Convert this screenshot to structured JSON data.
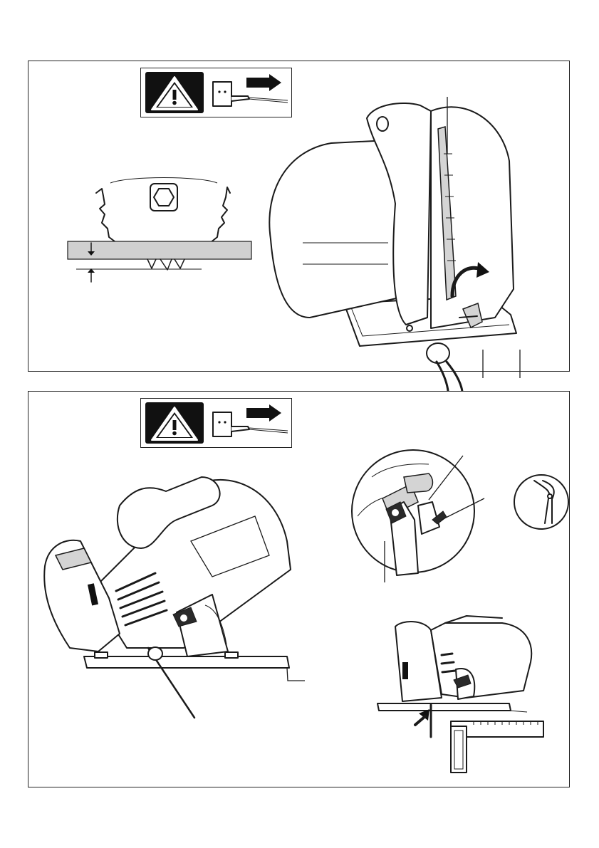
{
  "page": {
    "title": "",
    "labels": []
  },
  "warning_notice": {
    "icons": [
      "warning-triangle-icon",
      "unplug-power-cord-icon"
    ],
    "text": ""
  },
  "figures": [
    {
      "id": "cutting-depth",
      "items": [
        "saw-blade-depth-diagram",
        "depth-adjust-lever-illustration"
      ]
    },
    {
      "id": "bevel-angle",
      "items": [
        "bevel-angle-side-view",
        "bevel-detail-magnifier",
        "square-check-illustration"
      ]
    }
  ],
  "colors": {
    "line": "#1a1a1a",
    "fill_grey": "#d4d4d4",
    "background": "#ffffff"
  }
}
